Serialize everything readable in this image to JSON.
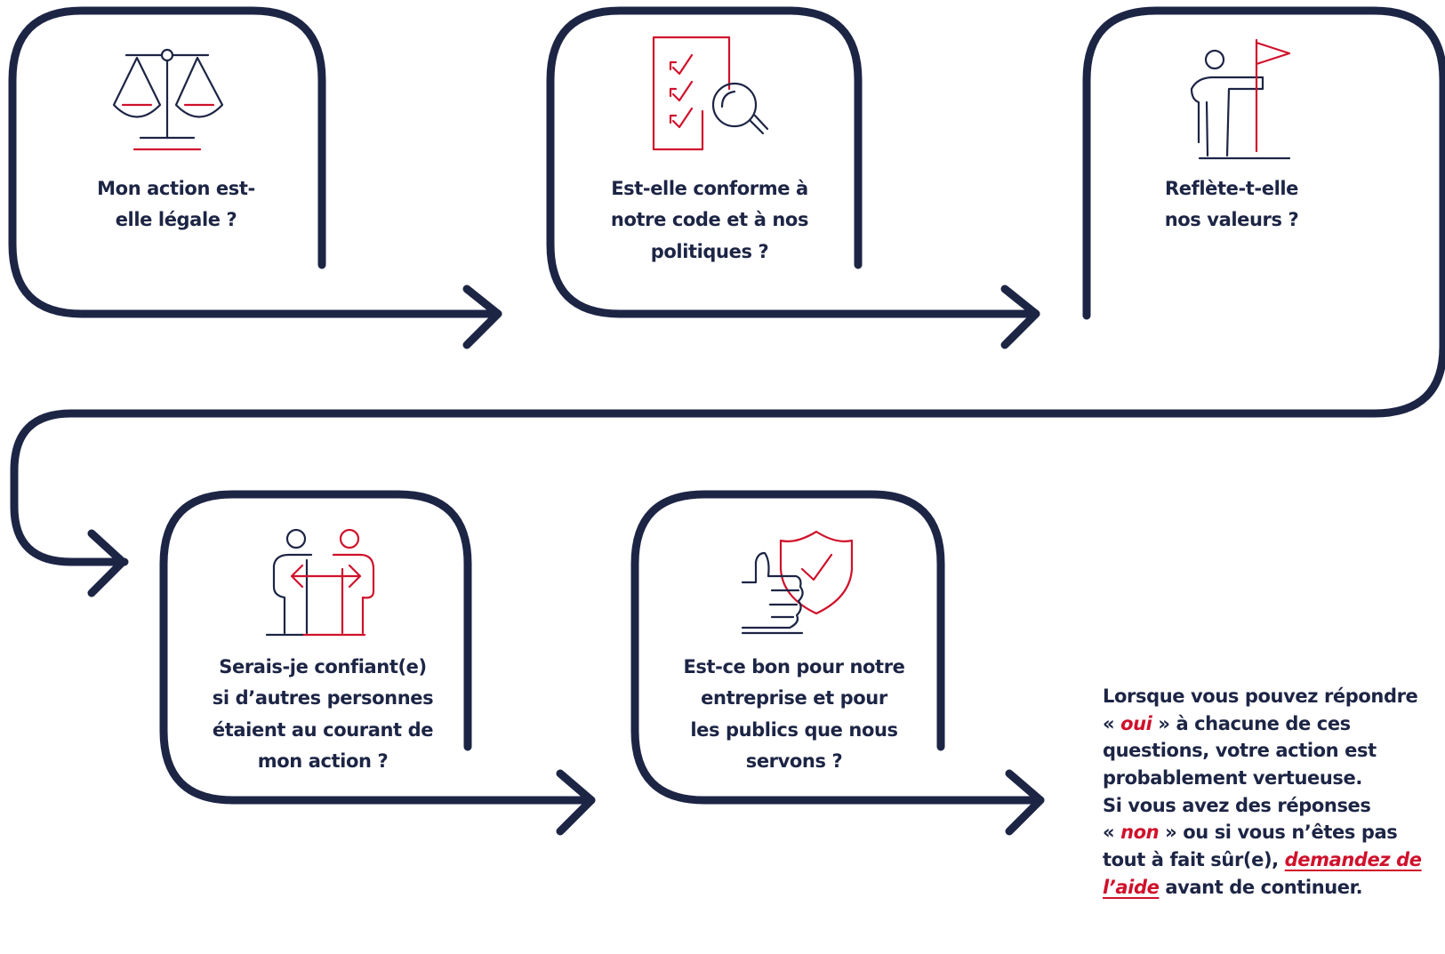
{
  "steps": [
    {
      "question_lines": [
        "Mon action est-",
        "elle légale ?"
      ],
      "icon": "scales-of-justice-icon"
    },
    {
      "question_lines": [
        "Est-elle conforme à",
        "notre code et à nos",
        "politiques ?"
      ],
      "icon": "checklist-magnifier-icon"
    },
    {
      "question_lines": [
        "Reflète-t-elle",
        "nos valeurs ?"
      ],
      "icon": "person-pointing-flag-icon"
    },
    {
      "question_lines": [
        "Serais-je confiant(e)",
        "si d’autres personnes",
        "étaient au courant de",
        "mon action ?"
      ],
      "icon": "two-people-exchange-icon"
    },
    {
      "question_lines": [
        "Est-ce bon pour notre",
        "entreprise et pour",
        "les publics que nous",
        "servons ?"
      ],
      "icon": "thumbs-up-shield-icon"
    }
  ],
  "conclusion": {
    "line1": "Lorsque vous pouvez répondre",
    "l2_open": "« ",
    "yes": "oui",
    "l2_rest": " » à chacune de ces",
    "line3": "questions, votre action est",
    "line4": "probablement vertueuse.",
    "line5": "Si vous avez des réponses",
    "l6_open": "« ",
    "no": "non",
    "l6_rest": " » ou si vous n’êtes pas",
    "l7_text": "tout à fait sûr(e), ",
    "ask_1": "demandez de",
    "ask_2": "l’aide",
    "l8_rest": " avant de continuer."
  },
  "colors": {
    "navy": "#1d2545",
    "red": "#d0112b",
    "background": "#ffffff"
  }
}
